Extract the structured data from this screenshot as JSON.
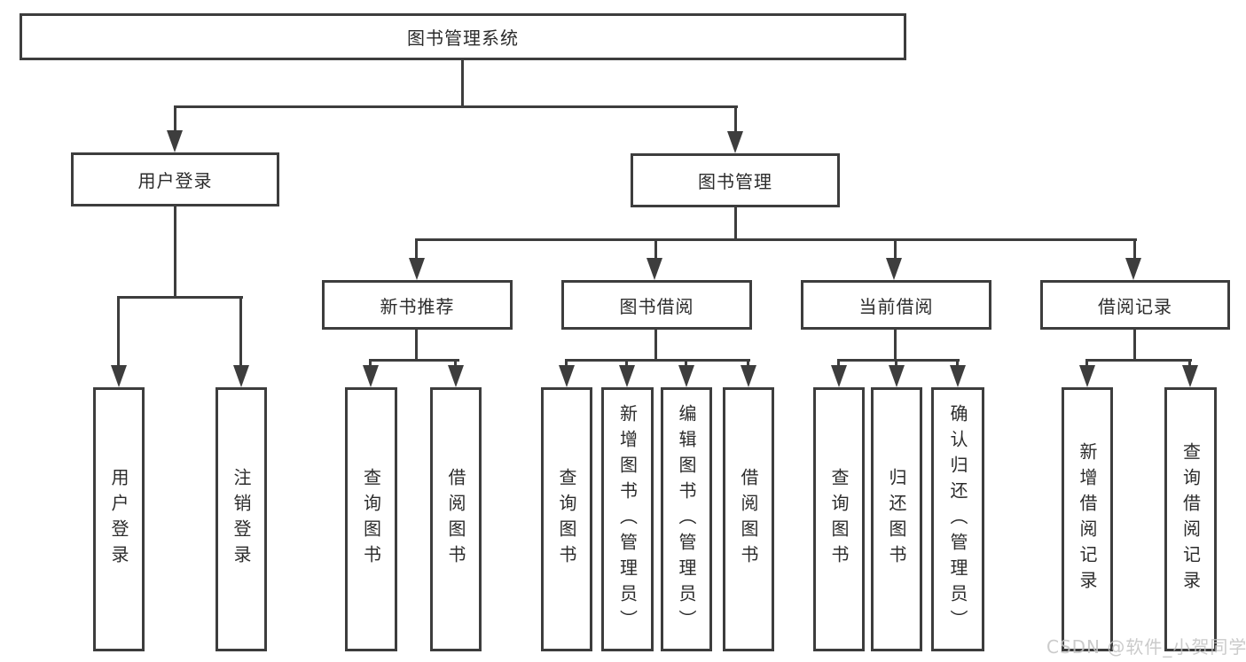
{
  "watermark": {
    "text": "CSDN @软件_小贺同学",
    "color": "#c2c2c2"
  },
  "colors": {
    "line": "#3d3d3d",
    "text": "#2c2c2c",
    "background": "#ffffff"
  },
  "tree": {
    "root": {
      "label": "图书管理系统"
    },
    "branches": [
      {
        "label": "用户登录",
        "children": [
          {
            "label": "用户登录"
          },
          {
            "label": "注销登录"
          }
        ]
      },
      {
        "label": "图书管理",
        "children": [
          {
            "label": "新书推荐",
            "children": [
              {
                "label": "查询图书"
              },
              {
                "label": "借阅图书"
              }
            ]
          },
          {
            "label": "图书借阅",
            "children": [
              {
                "label": "查询图书"
              },
              {
                "label": "新增图书（管理员）"
              },
              {
                "label": "编辑图书（管理员）"
              },
              {
                "label": "借阅图书"
              }
            ]
          },
          {
            "label": "当前借阅",
            "children": [
              {
                "label": "查询图书"
              },
              {
                "label": "归还图书"
              },
              {
                "label": "确认归还（管理员）"
              }
            ]
          },
          {
            "label": "借阅记录",
            "children": [
              {
                "label": "新增借阅记录"
              },
              {
                "label": "查询借阅记录"
              }
            ]
          }
        ]
      }
    ]
  }
}
